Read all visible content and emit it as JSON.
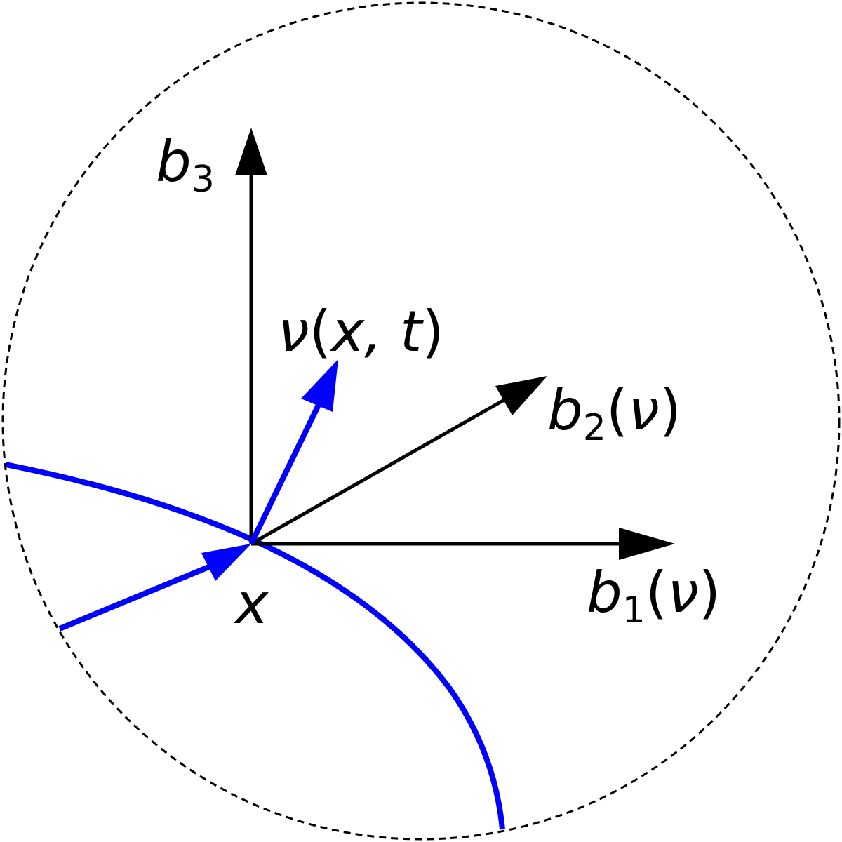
{
  "colors": {
    "background": "#ffffff",
    "axis": "#000000",
    "curve": "#0000ff",
    "boundary": "#000000"
  },
  "labels": {
    "b3": {
      "base": "b",
      "sub": "3"
    },
    "b2": {
      "base": "b",
      "sub": "2",
      "arg": "ν"
    },
    "b1": {
      "base": "b",
      "sub": "1",
      "arg": "ν"
    },
    "nu": {
      "sym": "ν",
      "args": "x, t"
    },
    "x": "x"
  }
}
